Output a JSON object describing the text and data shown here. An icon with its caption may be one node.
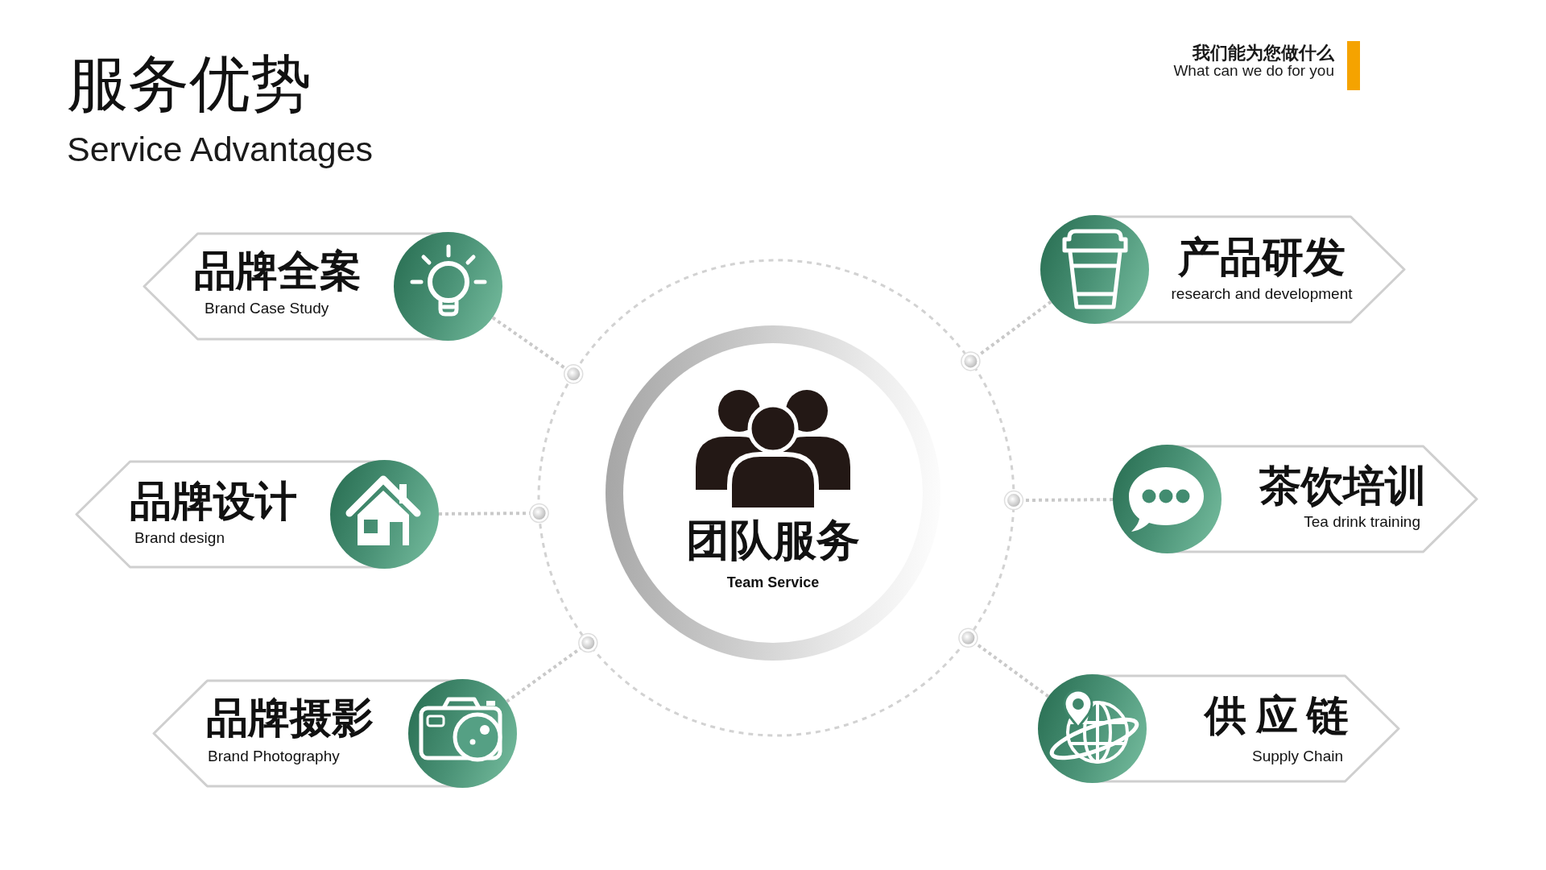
{
  "diagram": {
    "title": "服务优势",
    "nodes": [
      {
        "text": [],
        "shape": "circle"
      },
      {
        "text": [
          "团队服务",
          "Team Service"
        ],
        "in": 0
      },
      {
        "text": [
          "品牌全案",
          "Brand Case Study"
        ]
      },
      {
        "text": [
          "品牌设计",
          "Brand design"
        ]
      },
      {
        "text": [
          "品牌摄影",
          "Brand Photography"
        ]
      },
      {
        "text": [
          "产品研发",
          "research and development"
        ]
      },
      {
        "text": [
          "茶饮培训",
          "Tea drink training"
        ]
      },
      {
        "text": [
          "供应链",
          "Supply Chain"
        ]
      }
    ],
    "edges": [
      {
        "from": 2,
        "to": 0,
        "arrow": "other"
      },
      {
        "from": 3,
        "to": 0,
        "arrow": "other"
      },
      {
        "from": 4,
        "to": 0,
        "arrow": "other"
      },
      {
        "from": 5,
        "to": 0,
        "arrow": "other"
      },
      {
        "from": 6,
        "to": 0,
        "arrow": "other"
      },
      {
        "from": 7,
        "to": 0,
        "arrow": "other"
      }
    ],
    "labels": [
      "Service Advantages",
      "我们能为您做什么",
      "What can we do for you"
    ]
  }
}
